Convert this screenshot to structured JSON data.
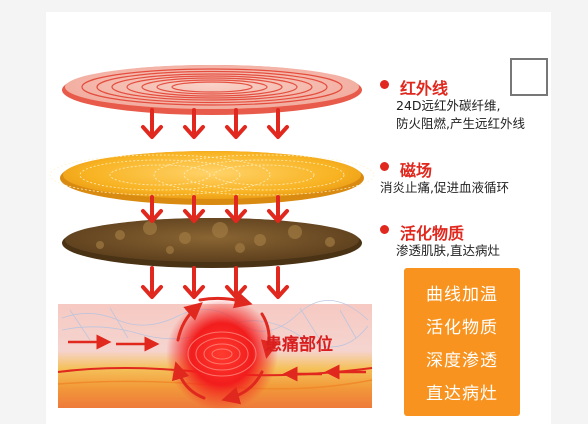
{
  "layers": [
    {
      "title": "红外线",
      "desc_lines": [
        "24D远红外碳纤维,",
        "防火阻燃,产生远红外线"
      ]
    },
    {
      "title": "磁场",
      "desc_lines": [
        "消炎止痛,促进血液循环"
      ]
    },
    {
      "title": "活化物质",
      "desc_lines": [
        "渗透肌肤,直达病灶"
      ]
    }
  ],
  "features": [
    "曲线加温",
    "活化物质",
    "深度渗透",
    "直达病灶"
  ],
  "pain_label": "患痛部位",
  "colors": {
    "red": "#e0281e",
    "orange": "#f7931e",
    "gold": "#f6b21e",
    "soil": "#6b4a22",
    "skin": "#f3b6ae"
  },
  "icons": [
    "fiber-strands-icon"
  ]
}
